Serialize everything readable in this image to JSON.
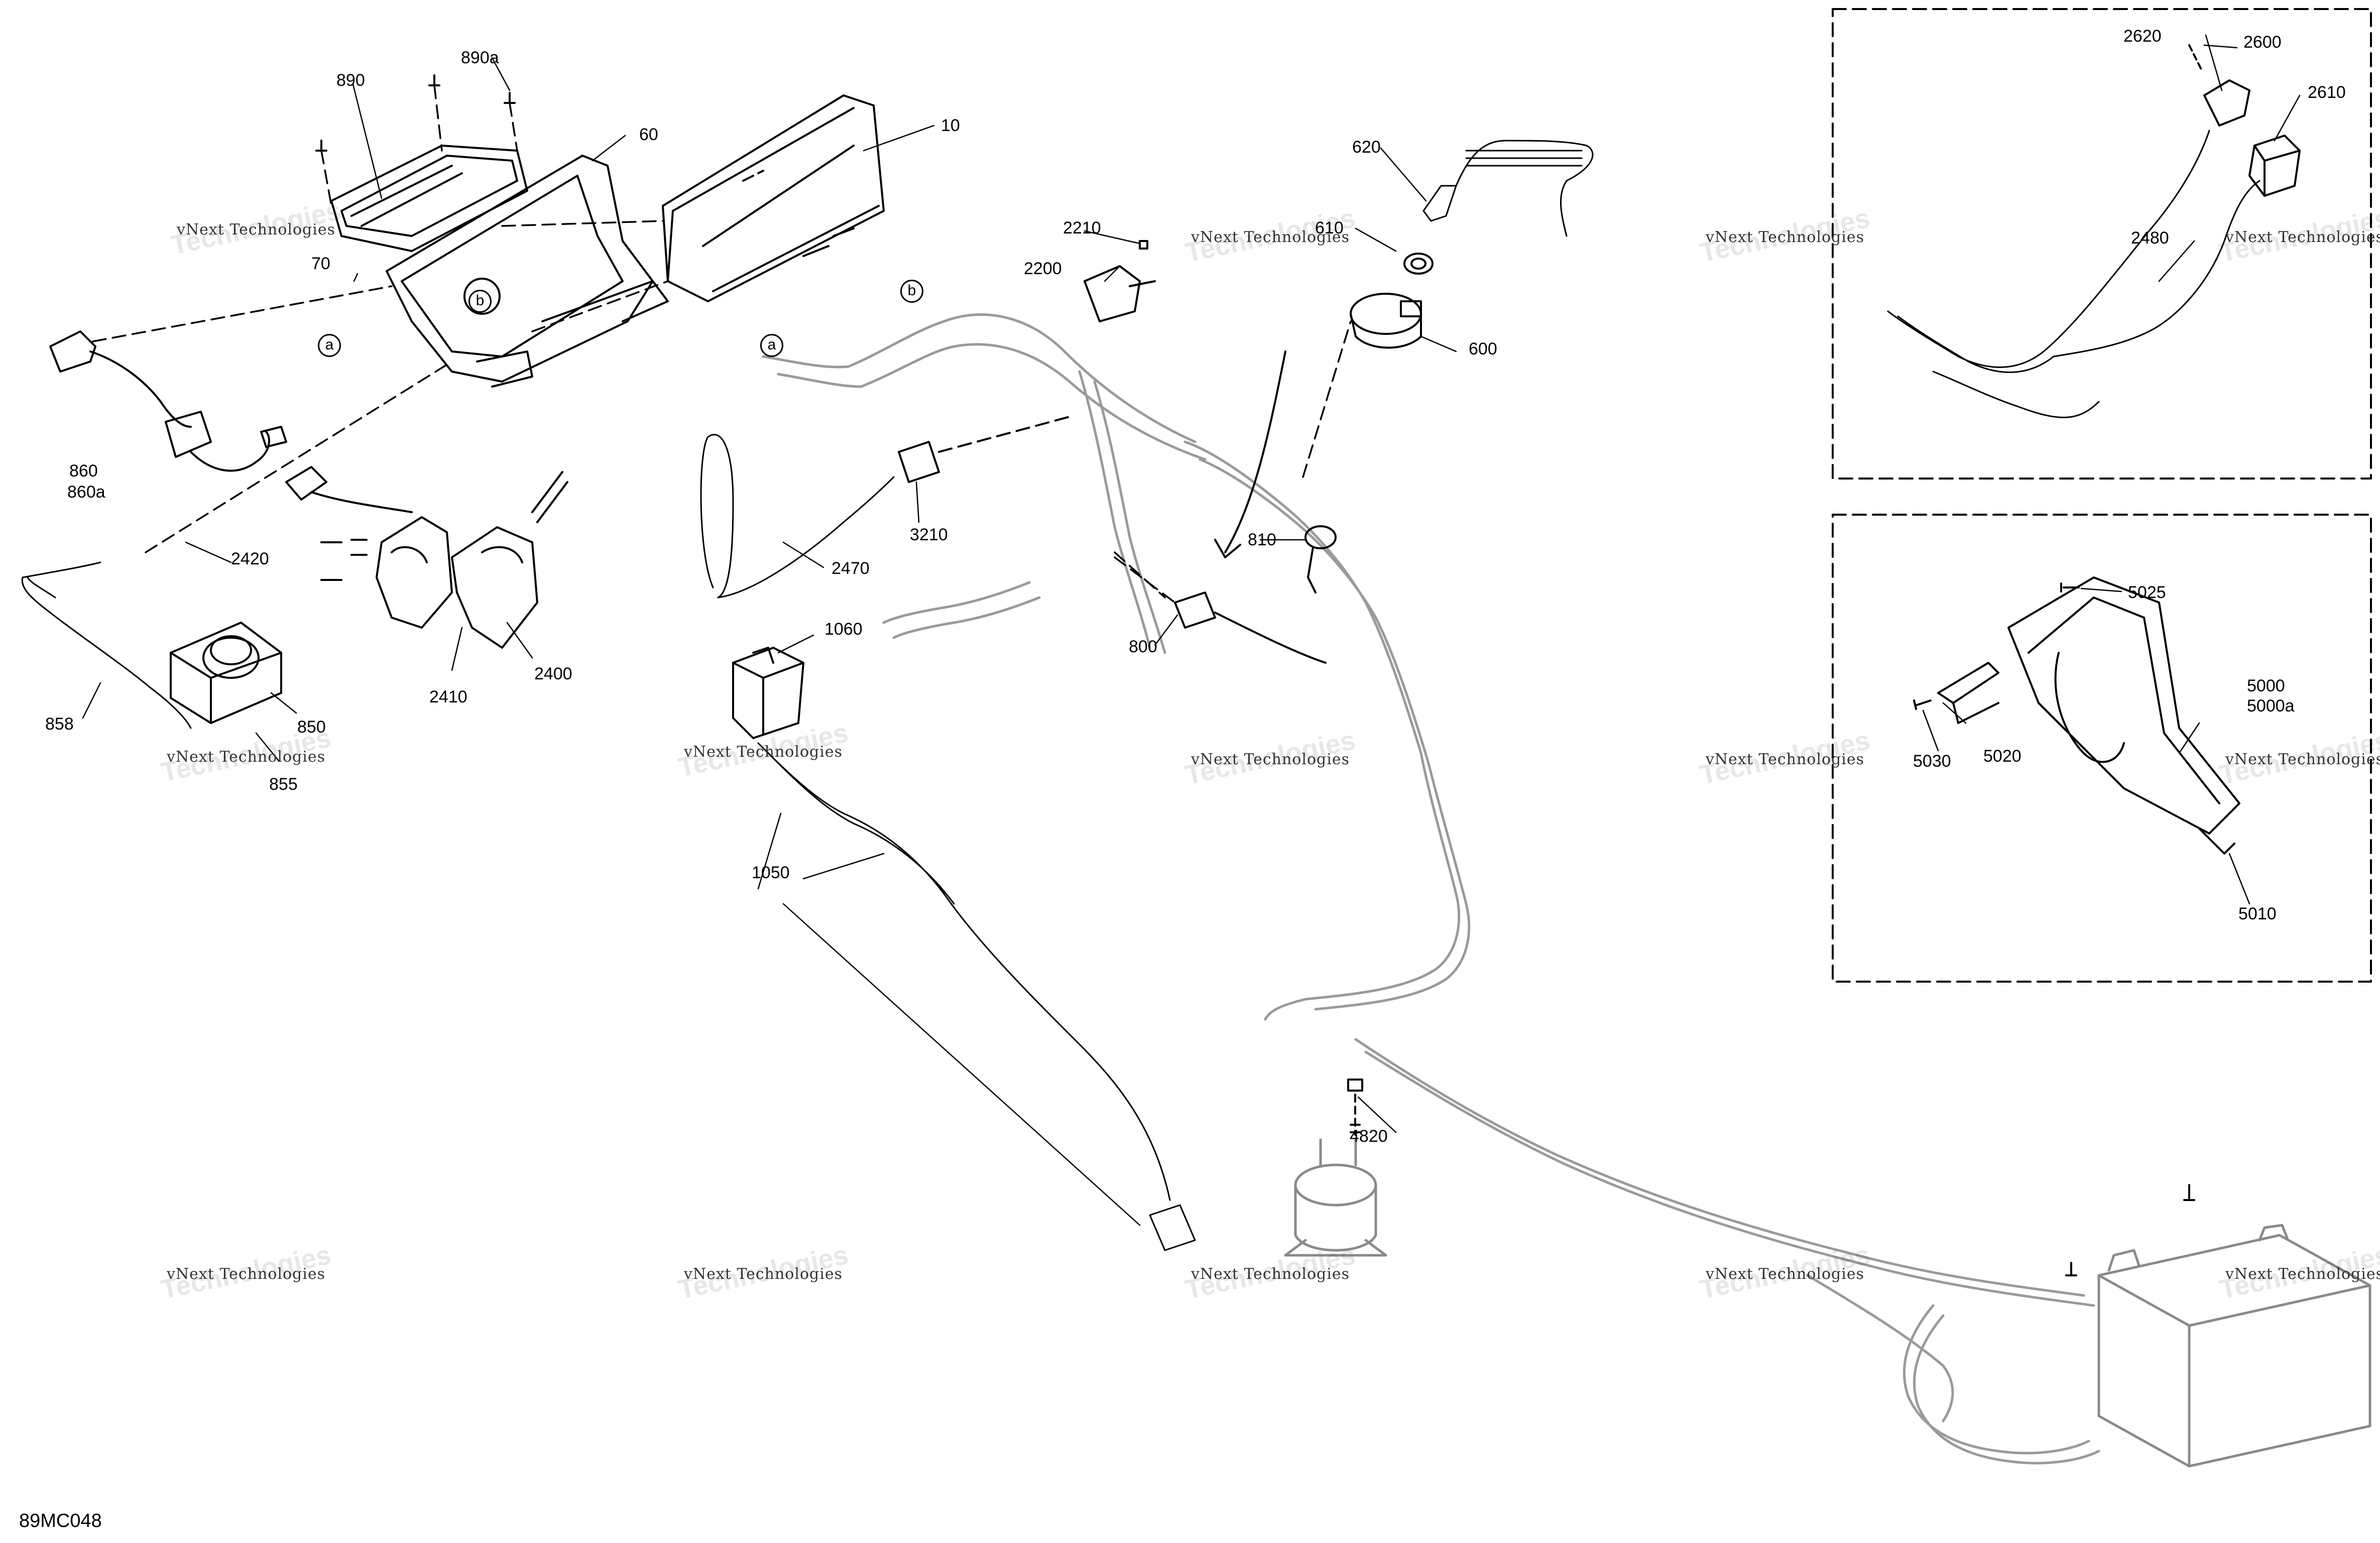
{
  "diagram_code": "89MC048",
  "watermark": {
    "line1": "vNext",
    "line2": "Technologies",
    "combined": "vNext Technologies"
  },
  "callouts": {
    "a": "a",
    "b": "b"
  },
  "labels": {
    "p10": "10",
    "p60": "60",
    "p70": "70",
    "p800": "800",
    "p810": "810",
    "p850": "850",
    "p855": "855",
    "p858": "858",
    "p860": "860",
    "p860a": "860a",
    "p890": "890",
    "p890a": "890a",
    "p600": "600",
    "p610": "610",
    "p620": "620",
    "p1050": "1050",
    "p1060": "1060",
    "p2200": "2200",
    "p2210": "2210",
    "p2400": "2400",
    "p2410": "2410",
    "p2420": "2420",
    "p2470": "2470",
    "p2480": "2480",
    "p2600": "2600",
    "p2610": "2610",
    "p2620": "2620",
    "p3210": "3210",
    "p4820": "4820",
    "p5000": "5000",
    "p5000a": "5000a",
    "p5010": "5010",
    "p5020": "5020",
    "p5025": "5025",
    "p5030": "5030"
  }
}
